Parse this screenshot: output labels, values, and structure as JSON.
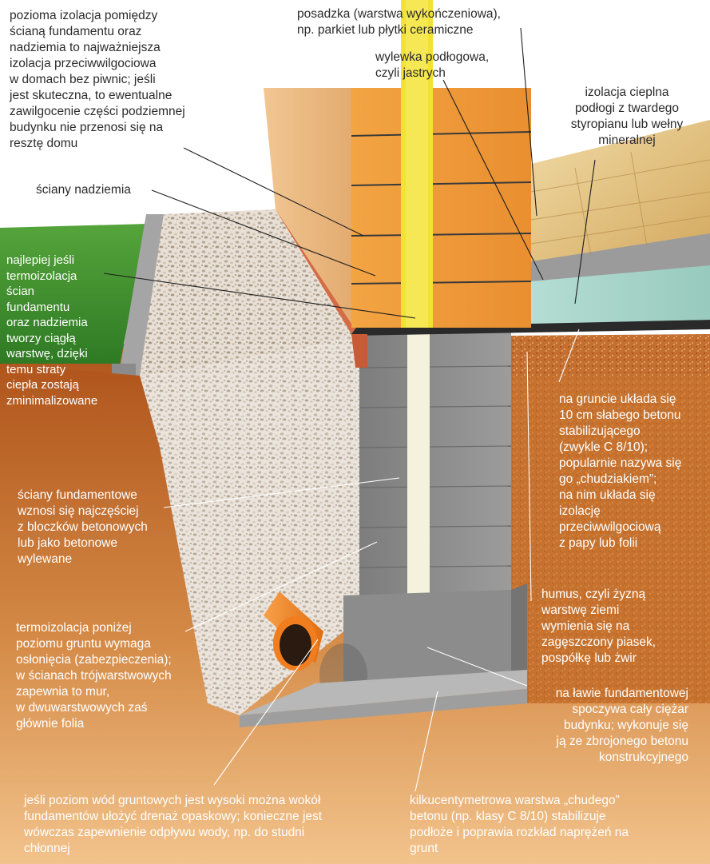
{
  "colors": {
    "brick_orange": "#ee9b3a",
    "thermal_insulation_yellow": "#f2e234",
    "concrete_grey": "#8f8f8f",
    "gravel": "#e6ddd3",
    "soil": "#c8742e",
    "grass": "#3d8a2e",
    "styrofoam": "#a9d6cc",
    "wood_floor": "#e3c07a",
    "pipe_orange": "#f07e1e",
    "label_dark": "#2b2b2b",
    "label_light": "#ffffff"
  },
  "labels": {
    "wall_floor_insulation": "pozioma izolacja pomiędzy\nścianą fundamentu oraz\nnadziemia to najważniejsza\nizolacja przeciwwilgociowa\nw domach bez piwnic; jeśli\njest skuteczna, to ewentualne\nzawilgocenie części podziemnej\nbudynku nie przenosi się na\nresztę domu",
    "flooring": "posadzka (warstwa wykończeniowa),\nnp. parkiet lub płytki ceramiczne",
    "screed": "wylewka podłogowa,\nczyli jastrych",
    "floor_insulation": "izolacja cieplna\npodłogi z twardego\nstyropianu lub wełny\nmineralnej",
    "above_ground_walls": "ściany nadziemia",
    "continuous_insulation": "najlepiej jeśli\ntermoizolacja\nścian\nfundamentu\noraz nadziemia\ntworzy ciągłą\nwarstwę, dzięki\ntemu straty\nciepła zostają\nzminimalizowane",
    "lean_concrete_base": "na gruncie układa się\n10 cm słabego betonu\nstabilizującego\n(zwykle C 8/10);\npopularnie nazywa się\ngo „chudziakiem”;\nna nim układa się\nizolację\nprzeciwwilgociową\nz papy lub folii",
    "foundation_walls": "ściany fundamentowe\nwznosi się najczęściej\nz bloczków betonowych\nlub jako betonowe\nwylewane",
    "humus": "humus, czyli żyzną\nwarstwę ziemi\nwymienia się na\nzagęszczony piasek,\npospółkę lub żwir",
    "below_ground_insulation": "termoizolacja poniżej\npoziomu gruntu wymaga\nosłonięcia  (zabezpieczenia);\nw ścianach trójwarstwowych\nzapewnia to mur,\nw dwuwarstwowych zaś\ngłównie folia",
    "footing": "na ławie fundamentowej\nspoczywa cały ciężar\nbudynku; wykonuje się\nją ze zbrojonego betonu\nkonstrukcyjnego",
    "drainage": "jeśli poziom wód gruntowych jest wysoki można wokół\nfundamentów ułożyć drenaż opaskowy; konieczne jest\nwówczas zapewnienie odpływu wody, np. do studni\nchłonnej",
    "lean_concrete_layer": "kilkucentymetrowa warstwa „chudego”\nbetonu (np. klasy C 8/10) stabilizuje\npodłoże i poprawia rozkład naprężeń na\ngrunt"
  }
}
